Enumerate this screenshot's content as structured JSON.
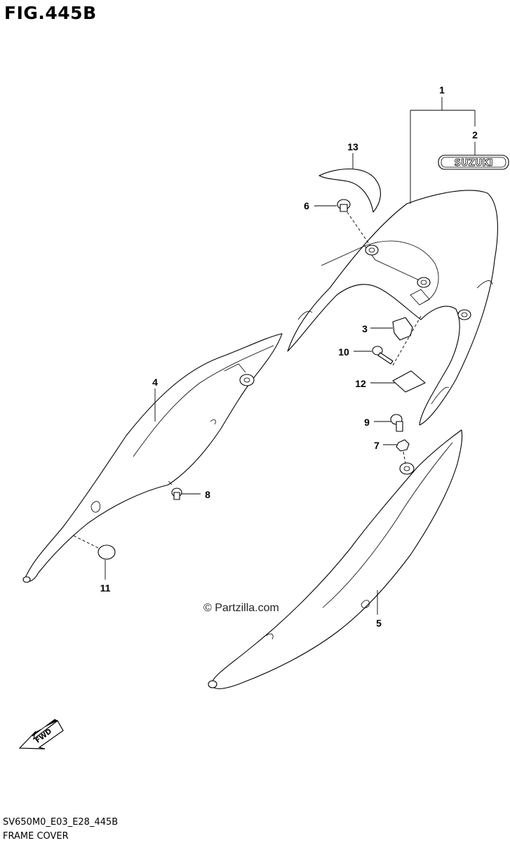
{
  "figure": {
    "title": "FIG.445B",
    "code": "SV650M0_E03_E28_445B",
    "caption": "FRAME COVER",
    "watermark": "© Partzilla.com",
    "badge_text": "SUZUKI",
    "fwd_text": "FWD"
  },
  "callouts": [
    "1",
    "2",
    "3",
    "4",
    "5",
    "6",
    "7",
    "8",
    "9",
    "10",
    "11",
    "12",
    "13"
  ]
}
